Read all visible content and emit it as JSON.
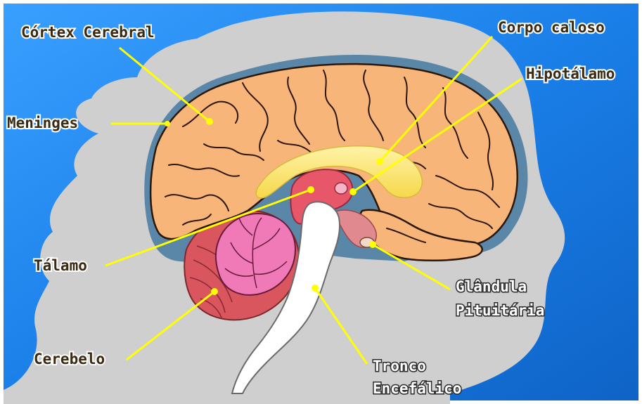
{
  "labels": {
    "cortex": "Córtex Cerebral",
    "corpo_caloso": "Corpo caloso",
    "hipotalamo": "Hipotálamo",
    "meninges": "Meninges",
    "talamo": "Tálamo",
    "glandula_1": "Glândula",
    "glandula_2": "Pituitária",
    "cerebelo": "Cerebelo",
    "tronco_1": "Tronco",
    "tronco_2": "Encefálico"
  },
  "colors": {
    "background_blue": "#1a7fe8",
    "head_silhouette": "#cfcfcf",
    "cortex": "#f7b57a",
    "gyri_lines": "#2b1608",
    "meninges": "#5a86a8",
    "corpus_callosum": "#f8e47a",
    "thalamus": "#e8566a",
    "cerebellum_base": "#d9565f",
    "cerebellum_arbor": "#f07ab8",
    "brainstem": "#ffffff",
    "leader_lines": "#ffff00"
  }
}
